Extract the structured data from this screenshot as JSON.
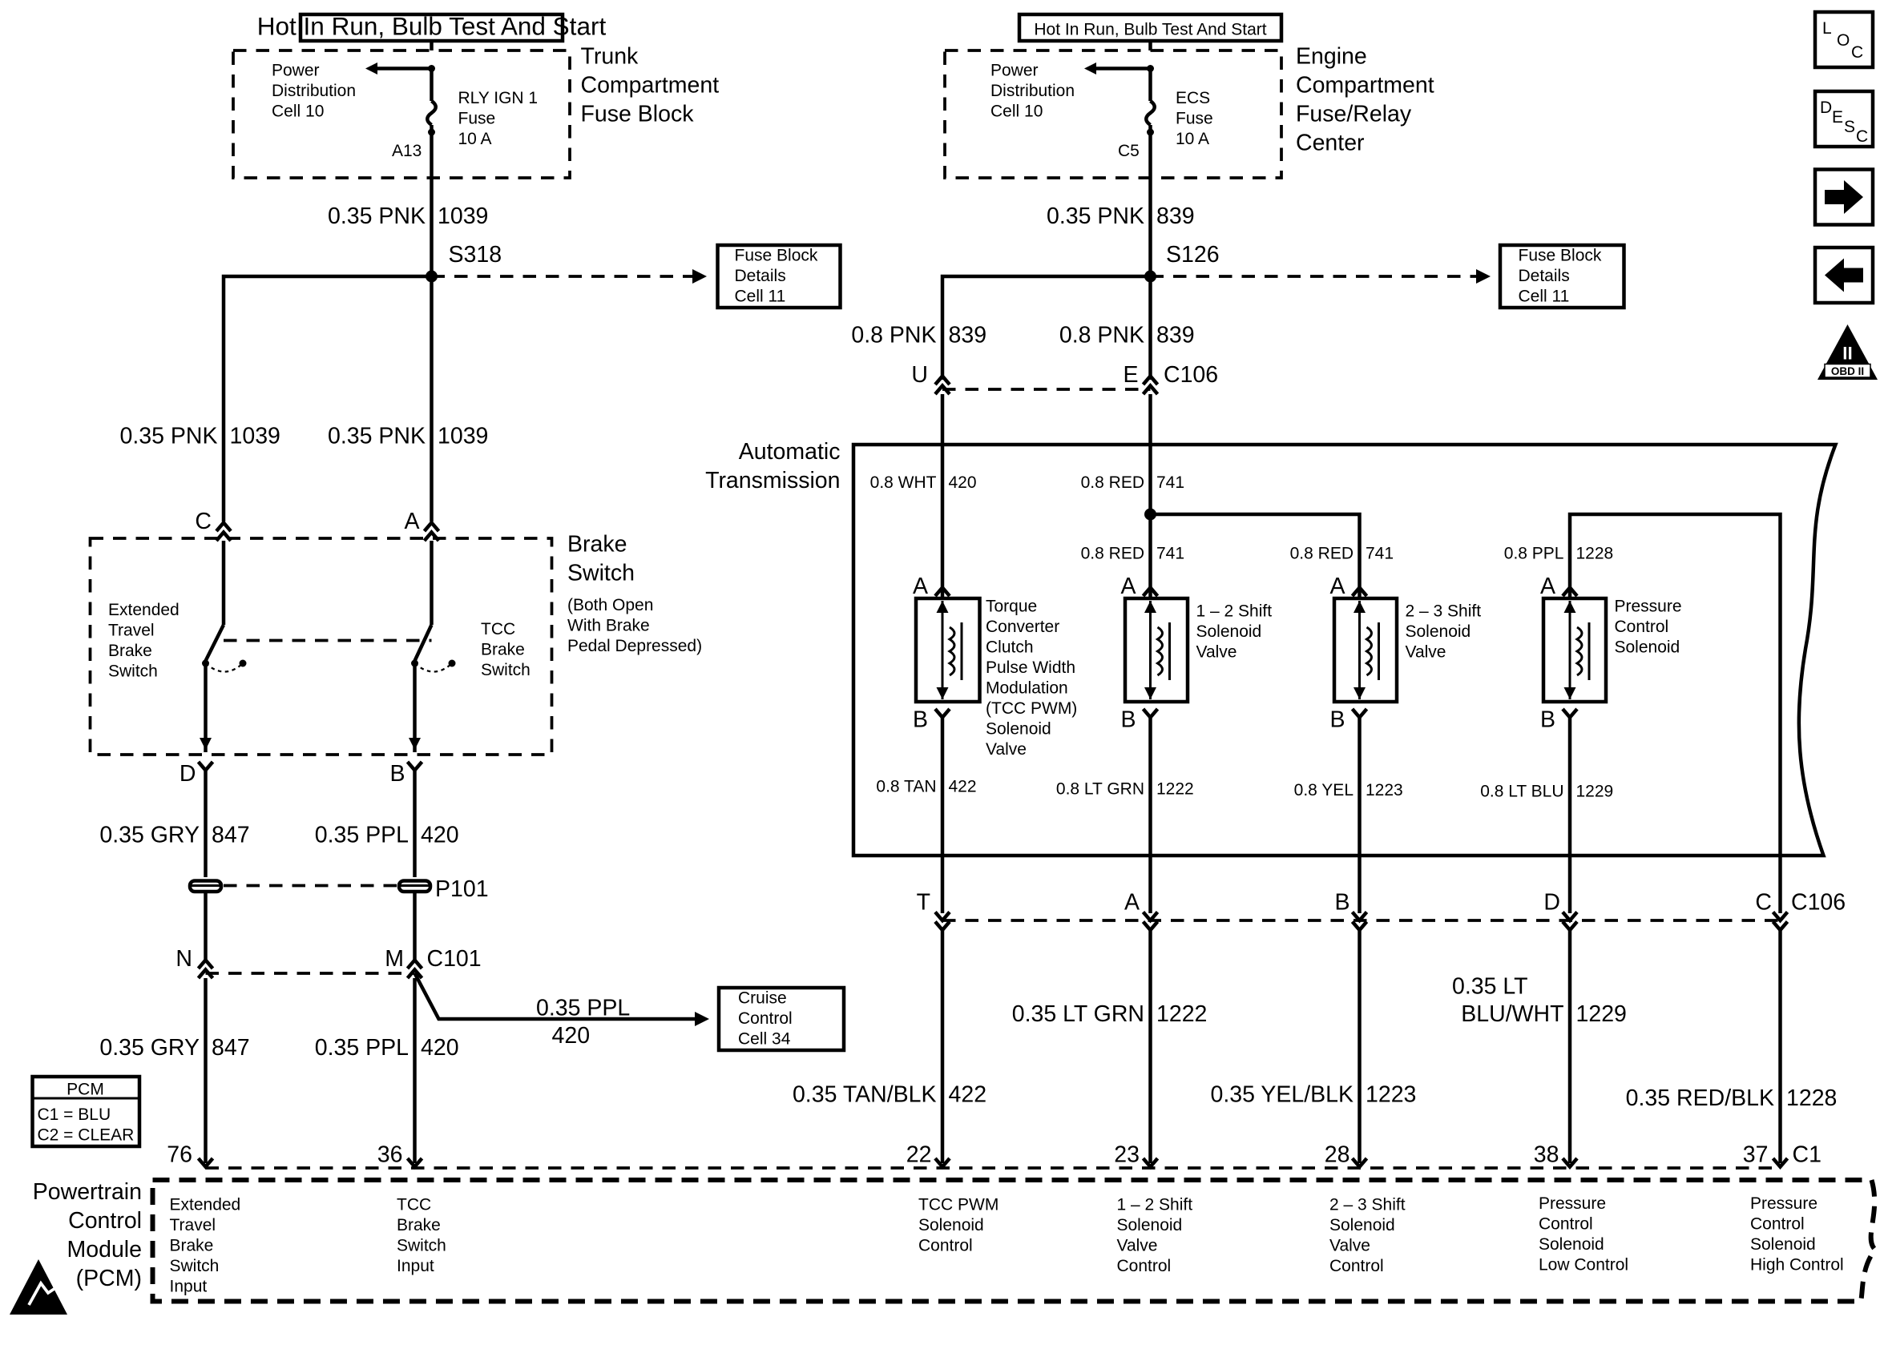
{
  "top": {
    "hot_left": "Hot In Run, Bulb Test And Start",
    "hot_right": "Hot In Run, Bulb Test And Start",
    "pd_l1": "Power",
    "pd_l2": "Distribution",
    "pd_l3": "Cell 10",
    "fuse_left_l1": "RLY IGN 1",
    "fuse_left_l2": "Fuse",
    "fuse_left_l3": "10 A",
    "fuse_left_pin": "A13",
    "fuse_right_l1": "ECS",
    "fuse_right_l2": "Fuse",
    "fuse_right_l3": "10 A",
    "fuse_right_pin": "C5",
    "trunk_l1": "Trunk",
    "trunk_l2": "Compartment",
    "trunk_l3": "Fuse Block",
    "engine_l1": "Engine",
    "engine_l2": "Compartment",
    "engine_l3": "Fuse/Relay",
    "engine_l4": "Center"
  },
  "refs": {
    "fb_l1": "Fuse Block",
    "fb_l2": "Details",
    "fb_l3": "Cell 11",
    "cc_l1": "Cruise",
    "cc_l2": "Control",
    "cc_l3": "Cell 34"
  },
  "splices": {
    "s318": "S318",
    "s126": "S126",
    "p101": "P101"
  },
  "connectors": {
    "c106": "C106",
    "c101": "C101",
    "c106_b": "C106",
    "c1": "C1",
    "pin_u": "U",
    "pin_e": "E",
    "pin_c": "C",
    "pin_a": "A",
    "pin_d": "D",
    "pin_b": "B",
    "pin_n": "N",
    "pin_m": "M",
    "pin_t": "T",
    "pin_a2": "A",
    "pin_b2": "B",
    "pin_d2": "D",
    "pin_c2": "C",
    "sol_a": "A",
    "sol_b": "B"
  },
  "wires": {
    "w1039": "0.35 PNK",
    "c1039": "1039",
    "w839": "0.35 PNK",
    "c839": "839",
    "w839b": "0.8 PNK",
    "c839b": "839",
    "w1039b": "0.35 PNK",
    "w847": "0.35 GRY",
    "c847": "847",
    "w420": "0.35 PPL",
    "c420": "420",
    "w420c": "0.35 PPL",
    "w420s": "0.8 WHT",
    "w741": "0.8 RED",
    "c741": "741",
    "w1228s": "0.8 PPL",
    "c1228": "1228",
    "w422s": "0.8 TAN",
    "c422": "422",
    "w1222s": "0.8 LT GRN",
    "c1222": "1222",
    "w1223s": "0.8 YEL",
    "c1223": "1223",
    "w1229s": "0.8 LT BLU",
    "c1229": "1229",
    "w1222": "0.35 LT GRN",
    "w1229_l1": "0.35 LT",
    "w1229_l2": "BLU/WHT",
    "w422": "0.35 TAN/BLK",
    "w1223": "0.35 YEL/BLK",
    "w1228": "0.35 RED/BLK"
  },
  "brake": {
    "title_l1": "Brake",
    "title_l2": "Switch",
    "note_l1": "(Both Open",
    "note_l2": "With Brake",
    "note_l3": "Pedal Depressed)",
    "ext_l1": "Extended",
    "ext_l2": "Travel",
    "ext_l3": "Brake",
    "ext_l4": "Switch",
    "tcc_l1": "TCC",
    "tcc_l2": "Brake",
    "tcc_l3": "Switch"
  },
  "trans": {
    "title_l1": "Automatic",
    "title_l2": "Transmission",
    "tcc_l1": "Torque",
    "tcc_l2": "Converter",
    "tcc_l3": "Clutch",
    "tcc_l4": "Pulse Width",
    "tcc_l5": "Modulation",
    "tcc_l6": "(TCC PWM)",
    "tcc_l7": "Solenoid",
    "tcc_l8": "Valve",
    "s12_l1": "1 – 2 Shift",
    "s12_l2": "Solenoid",
    "s12_l3": "Valve",
    "s23_l1": "2 – 3 Shift",
    "s23_l2": "Solenoid",
    "s23_l3": "Valve",
    "pc_l1": "Pressure",
    "pc_l2": "Control",
    "pc_l3": "Solenoid"
  },
  "pcm": {
    "legend_title": "PCM",
    "legend_c1": "C1 = BLU",
    "legend_c2": "C2 = CLEAR",
    "name_l1": "Powertrain",
    "name_l2": "Control",
    "name_l3": "Module",
    "name_l4": "(PCM)",
    "pins": [
      "76",
      "36",
      "22",
      "23",
      "28",
      "38",
      "37"
    ],
    "f76": [
      "Extended",
      "Travel",
      "Brake",
      "Switch",
      "Input"
    ],
    "f36": [
      "TCC",
      "Brake",
      "Switch",
      "Input"
    ],
    "f22": [
      "TCC PWM",
      "Solenoid",
      "Control"
    ],
    "f23": [
      "1 – 2 Shift",
      "Solenoid",
      "Valve",
      "Control"
    ],
    "f28": [
      "2 – 3 Shift",
      "Solenoid",
      "Valve",
      "Control"
    ],
    "f38": [
      "Pressure",
      "Control",
      "Solenoid",
      "Low Control"
    ],
    "f37": [
      "Pressure",
      "Control",
      "Solenoid",
      "High Control"
    ]
  },
  "nav": {
    "loc_a": "L",
    "loc_b": "O",
    "loc_c": "C",
    "desc_a": "D",
    "desc_b": "E",
    "desc_c": "S",
    "desc_d": "C",
    "obd_a": "II",
    "obd_b": "OBD II"
  }
}
